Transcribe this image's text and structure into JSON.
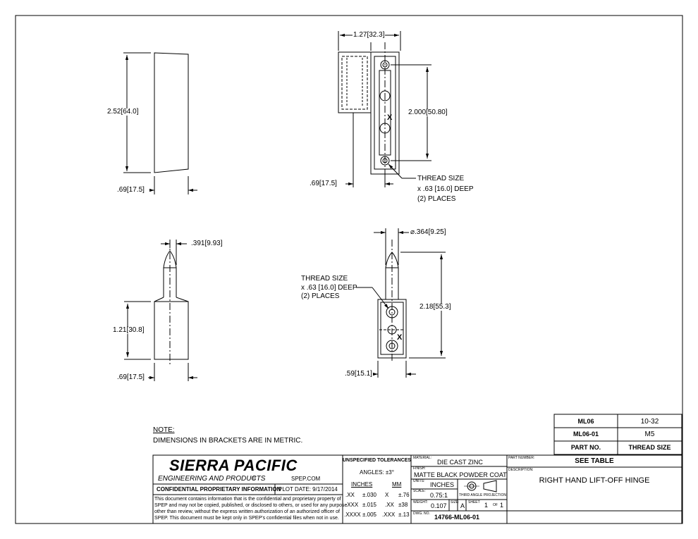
{
  "views": {
    "top_left": {
      "height_dim": "2.52[64.0]",
      "width_dim": ".69[17.5]"
    },
    "top_right": {
      "width_dim": "1.27[32.3]",
      "hole_spacing_dim": "2.000[50.80]",
      "offset_dim": ".69[17.5]",
      "hole_mark": "X",
      "thread_note": [
        "THREAD SIZE",
        "x .63 [16.0] DEEP",
        "(2) PLACES"
      ]
    },
    "bottom_left": {
      "pin_dim": ".391[9.93]",
      "body_height_dim": "1.21[30.8]",
      "width_dim": ".69[17.5]"
    },
    "bottom_right": {
      "diameter_dim": "⌀.364[9.25]",
      "height_dim": "2.18[55.3]",
      "width_dim": ".59[15.1]",
      "hole_mark": "X",
      "thread_note": [
        "THREAD SIZE",
        "x .63 [16.0] DEEP",
        "(2) PLACES"
      ]
    }
  },
  "notes": {
    "title": "NOTE:",
    "text": "DIMENSIONS IN BRACKETS ARE IN METRIC."
  },
  "part_table": {
    "rows": [
      [
        "ML06",
        "10-32"
      ],
      [
        "ML06-01",
        "M5"
      ]
    ],
    "header": [
      "PART NO.",
      "THREAD SIZE"
    ]
  },
  "title_block": {
    "company": "SIERRA PACIFIC",
    "subtitle": "ENGINEERING AND PRODUCTS",
    "registered": "®",
    "website": "SPEP.COM",
    "confidential_label": "CONFIDENTIAL PROPRIETARY INFORMATION",
    "plot_date": "PLOT DATE:  9/17/2014",
    "disclaimer": [
      "This document contains information that is the confidential and proprietary property of",
      "SPEP and may not be copied, published, or disclosed to others, or used for any purpose",
      "other than review, without the express written authorization of an authorized officer of",
      "SPEP. This document must be kept only in SPEP's confidential files when not in use."
    ],
    "tolerances": {
      "title": "UNSPECIFIED TOLERANCES",
      "angles": "ANGLES:  ±3°",
      "inches_header": "INCHES",
      "mm_header": "MM",
      "rows": [
        [
          ".XX",
          "±.030",
          "X",
          "±.76"
        ],
        [
          ".XXX",
          "±.015",
          ".XX",
          "±38"
        ],
        [
          ".XXXX",
          "±.005",
          ".XXX",
          "±.13"
        ]
      ]
    },
    "material_label": "MATERIAL:",
    "material": "DIE CAST ZINC",
    "finish_label": "FINISH:",
    "finish": "MATTE BLACK POWDER COAT",
    "units_label": "UNITS:",
    "units": "INCHES",
    "projection_label": "THIRD ANGLE PROJECTION",
    "scale_label": "SCALE:",
    "scale": "0.75:1",
    "weight_label": "WEIGHT:",
    "weight": "0.107",
    "size_label": "SIZE:",
    "size": "A",
    "sheet_label": "SHEET",
    "sheet": "1",
    "of_label": "OF",
    "sheet_total": "1",
    "dwg_label": "DWG. NO.",
    "dwg_no": "14766-ML06-01",
    "part_number_label": "PART NUMBER:",
    "part_number": "SEE TABLE",
    "description_label": "DESCRIPTION:",
    "description": "RIGHT HAND LIFT-OFF HINGE"
  }
}
